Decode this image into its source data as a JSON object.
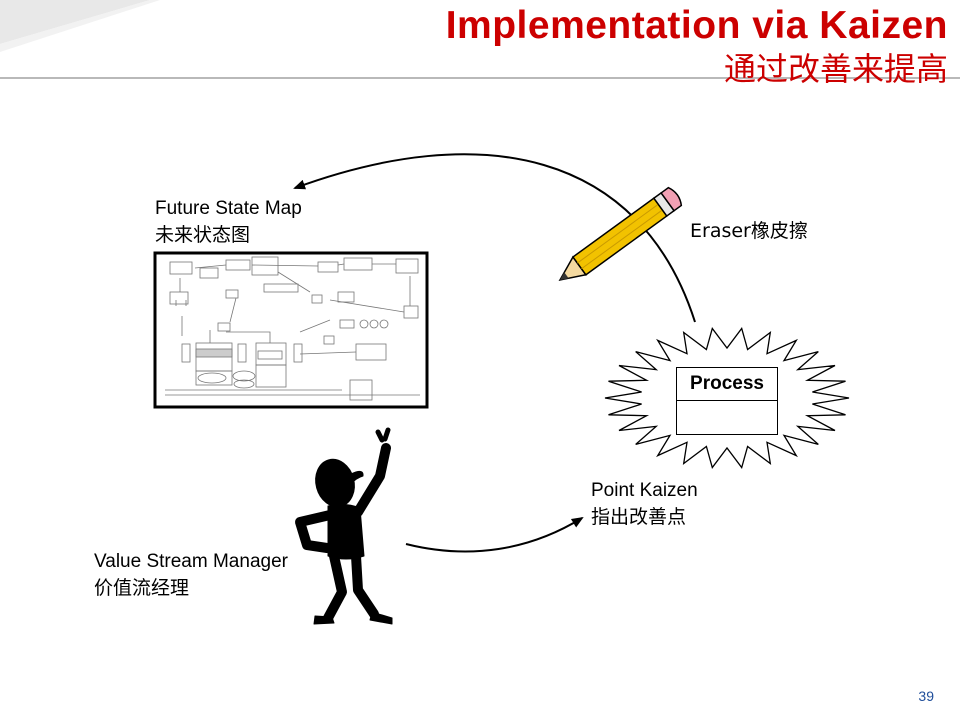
{
  "title": {
    "en": "Implementation via Kaizen",
    "zh": "通过改善来提高"
  },
  "labels": {
    "future_state_en": "Future State Map",
    "future_state_zh": "未来状态图",
    "eraser": "Eraser橡皮擦",
    "process": "Process",
    "point_kaizen_en": "Point Kaizen",
    "point_kaizen_zh": "指出改善点",
    "vsm_en": "Value Stream Manager",
    "vsm_zh": "价值流经理"
  },
  "page_number": "39",
  "colors": {
    "title": "#cc0000",
    "page_number": "#1f4e9a",
    "pencil_body": "#f2c200",
    "pencil_tip": "#f4d9a0",
    "eraser": "#f2a0b4"
  },
  "icons": [
    "pencil-icon",
    "stick-figure-icon",
    "starburst-icon",
    "future-state-map-thumbnail"
  ]
}
